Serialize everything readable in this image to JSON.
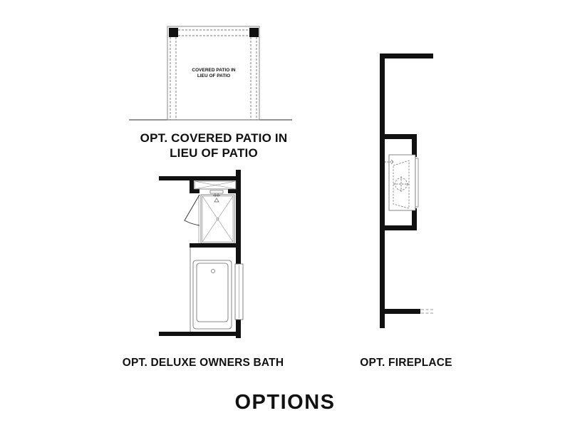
{
  "page": {
    "title": "OPTIONS"
  },
  "options": {
    "covered_patio": {
      "caption_line1": "OPT. COVERED PATIO IN",
      "caption_line2": "LIEU OF PATIO",
      "inner_label_line1": "COVERED PATIO IN",
      "inner_label_line2": "LIEU OF PATIO"
    },
    "deluxe_bath": {
      "caption": "OPT. DELUXE OWNERS BATH",
      "fixtures": [
        "linen-cabinet",
        "shower",
        "shower-door",
        "bathtub",
        "window"
      ]
    },
    "fireplace": {
      "caption": "OPT. FIREPLACE",
      "fixtures": [
        "fireplace-unit",
        "gas-connection"
      ]
    }
  },
  "colors": {
    "wall": "#111111",
    "line": "#555555",
    "dashed": "#777777",
    "background": "#ffffff"
  }
}
